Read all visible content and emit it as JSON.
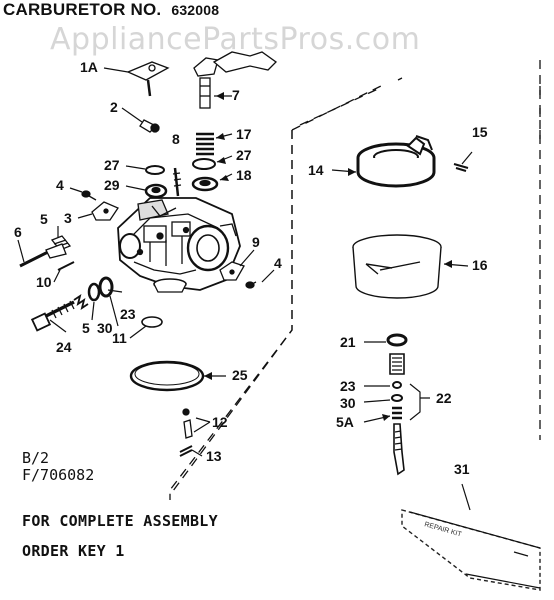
{
  "header": {
    "title": "CARBURETOR NO.",
    "number": "632008"
  },
  "watermark": "AppliancePartsPros.com",
  "codes": {
    "line1": "B/2",
    "line2": "F/706082"
  },
  "note": {
    "line1": "FOR COMPLETE ASSEMBLY",
    "line2": "ORDER KEY 1"
  },
  "kit_label": "REPAIR KIT",
  "callouts": {
    "c1a": "1A",
    "c2": "2",
    "c3": "3",
    "c4a": "4",
    "c4b": "4",
    "c5a": "5",
    "c5b": "5",
    "c6": "6",
    "c7": "7",
    "c8": "8",
    "c9": "9",
    "c10": "10",
    "c11": "11",
    "c12": "12",
    "c13": "13",
    "c14": "14",
    "c15": "15",
    "c16": "16",
    "c17": "17",
    "c18": "18",
    "c21": "21",
    "c22": "22",
    "c23a": "23",
    "c23b": "23",
    "c24": "24",
    "c25": "25",
    "c27a": "27",
    "c27b": "27",
    "c29": "29",
    "c30a": "30",
    "c30b": "30",
    "c31": "31",
    "c5A": "5A"
  }
}
